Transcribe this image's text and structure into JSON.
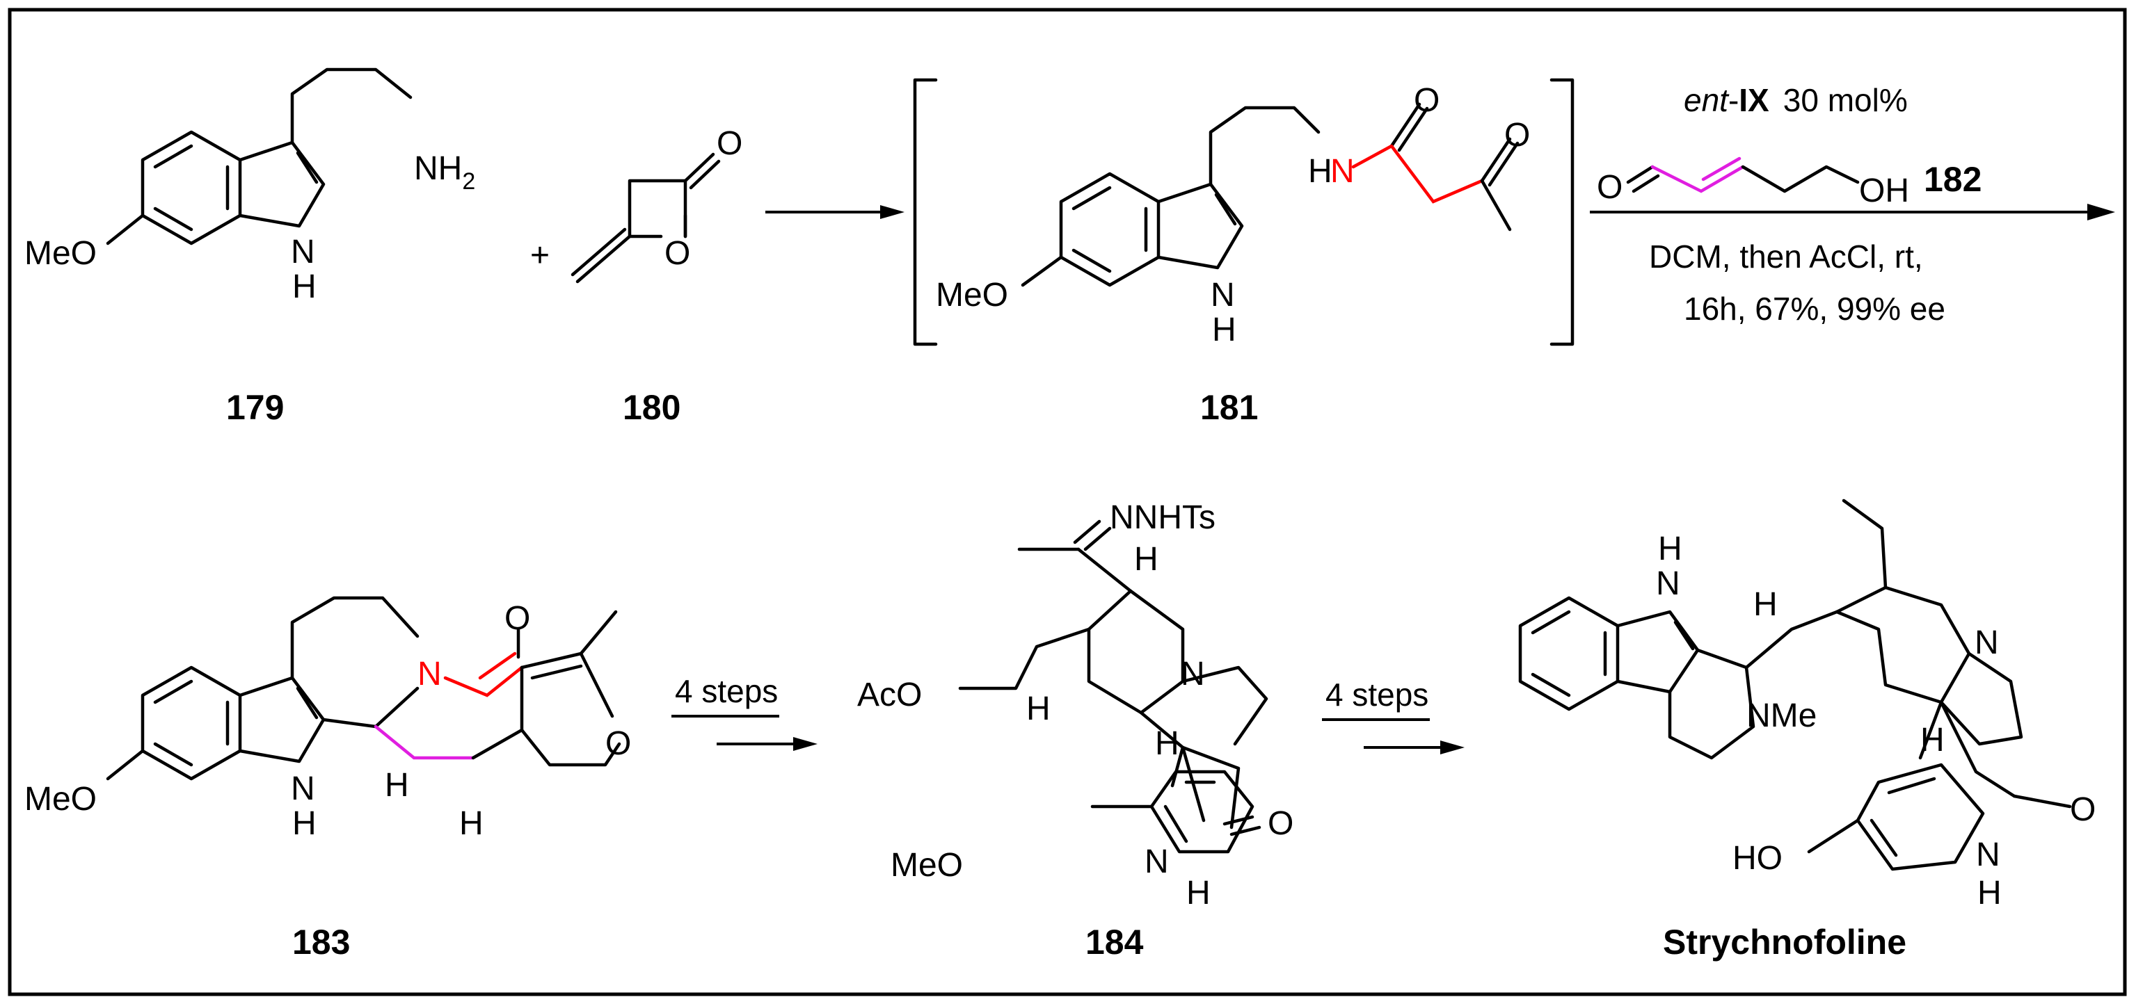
{
  "compounds": {
    "c179": {
      "label": "179",
      "substituents": {
        "amine": "NH",
        "amine_sub": "2",
        "methoxy": "MeO",
        "indole_nh": "N",
        "indole_h": "H"
      }
    },
    "c180": {
      "label": "180",
      "atoms": {
        "carbonyl_o": "O",
        "ring_o": "O"
      }
    },
    "c181": {
      "label": "181",
      "atoms": {
        "amide_h": "H",
        "amide_n": "N",
        "amide_o": "O",
        "ketone_o": "O",
        "methoxy": "MeO",
        "indole_nh": "N",
        "indole_h": "H"
      }
    },
    "c182": {
      "label": "182",
      "atoms": {
        "aldehyde_o": "O",
        "hydroxyl": "OH"
      }
    },
    "c183": {
      "label": "183",
      "atoms": {
        "lactam_n": "N",
        "lactam_o": "O",
        "ring_o": "O",
        "methoxy": "MeO",
        "indole_nh": "N",
        "indole_h": "H",
        "h1": "H",
        "h2": "H"
      }
    },
    "c184": {
      "label": "184",
      "atoms": {
        "hydrazone": "NNHTs",
        "acetoxy": "AcO",
        "amine_n": "N",
        "h_top": "H",
        "h_left": "H",
        "h_spiro": "H",
        "oxindole_o": "O",
        "oxindole_nh": "N",
        "oxindole_h": "H",
        "methoxy": "MeO"
      }
    },
    "strychnofoline": {
      "label": "Strychnofoline",
      "atoms": {
        "indole_nh": "N",
        "indole_h": "H",
        "h_c1": "H",
        "nme": "NMe",
        "amine_n": "N",
        "h_spiro": "H",
        "oxindole_o": "O",
        "oxindole_nh": "N",
        "oxindole_h": "H",
        "hydroxyl": "HO"
      }
    }
  },
  "plus_sign": "+",
  "conditions": {
    "step1": {
      "catalyst_italic": "ent",
      "catalyst_dash": "-",
      "catalyst_bold": "IX",
      "catalyst_loading": "30 mol%",
      "line2": "DCM, then AcCl, rt,",
      "line3": "16h, 67%, 99% ee"
    },
    "step2": {
      "text": "4 steps"
    },
    "step3": {
      "text": "4 steps"
    }
  },
  "colors": {
    "new_bond_red": "#ff0000",
    "new_bond_magenta": "#e01ee0",
    "frame": "#000000"
  }
}
